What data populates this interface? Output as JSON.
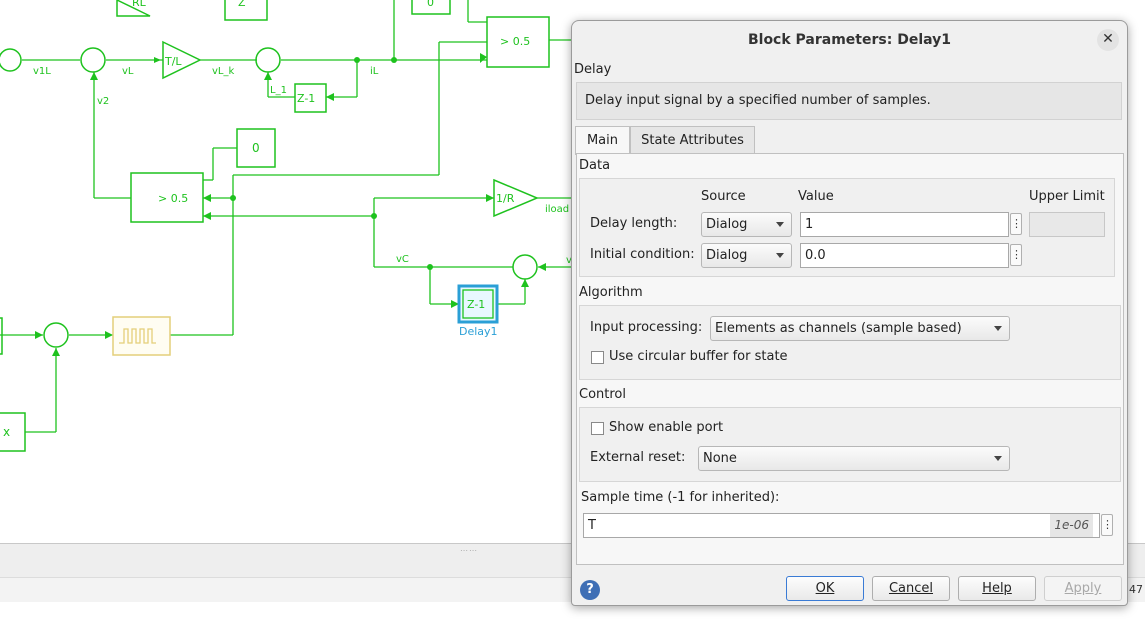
{
  "canvas": {
    "signals": {
      "v1L": "v1L",
      "vL": "vL",
      "vL_k": "vL_k",
      "iL": "iL",
      "L_1": "L_1",
      "v2": "v2",
      "iload": "iload",
      "vC": "vC",
      "v": "v"
    },
    "blocks": {
      "gain_TL": "T/L",
      "delay_top": "Z-1",
      "switch_top": "> 0.5",
      "const_zero": "0",
      "switch_mid": "> 0.5",
      "gain_1R": "1/R",
      "delay1": "Z-1",
      "delay1_name": "Delay1",
      "const_x": "x",
      "top_block_1": "RL",
      "top_block_2": "Z",
      "top_block_3": "0"
    }
  },
  "dialog": {
    "title": "Block Parameters: Delay1",
    "block_type": "Delay",
    "description": "Delay input signal by a specified number of samples.",
    "tabs": [
      "Main",
      "State Attributes"
    ],
    "data_section": {
      "heading": "Data",
      "col_source": "Source",
      "col_value": "Value",
      "col_upper": "Upper Limit",
      "delay_length_label": "Delay length:",
      "delay_length_source": "Dialog",
      "delay_length_value": "1",
      "initial_condition_label": "Initial condition:",
      "initial_condition_source": "Dialog",
      "initial_condition_value": "0.0"
    },
    "algorithm_section": {
      "heading": "Algorithm",
      "input_processing_label": "Input processing:",
      "input_processing_value": "Elements as channels (sample based)",
      "circular_buffer_label": "Use circular buffer for state",
      "circular_buffer_checked": false
    },
    "control_section": {
      "heading": "Control",
      "enable_port_label": "Show enable port",
      "enable_port_checked": false,
      "external_reset_label": "External reset:",
      "external_reset_value": "None"
    },
    "sample_time": {
      "label": "Sample time (-1 for inherited):",
      "value": "T",
      "hint": "1e-06"
    },
    "buttons": {
      "ok": "OK",
      "cancel": "Cancel",
      "help": "Help",
      "apply": "Apply"
    }
  },
  "status_bar": {
    "time_fragment": ":47"
  },
  "colors": {
    "block_green": "#1ec21e",
    "selection_blue": "#2a9fd6",
    "pulse_yellow": "#e4cf7a"
  }
}
